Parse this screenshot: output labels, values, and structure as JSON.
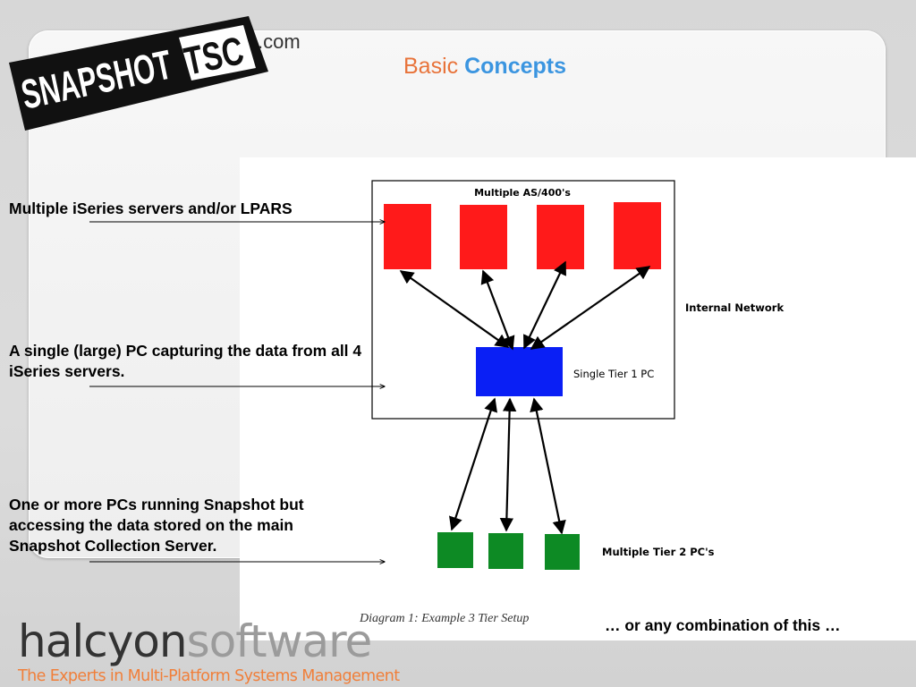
{
  "brand": {
    "logo_text": "SNAPSHOT",
    "logo_box_text": "TSC",
    "logo_suffix": ".com"
  },
  "title": {
    "part1": "Basic",
    "part2": "Concepts"
  },
  "annotations": [
    "Multiple iSeries servers and/or LPARS",
    "A single (large) PC capturing the data from all 4 iSeries servers.",
    "One or more PCs running Snapshot but accessing the data stored on the main Snapshot Collection Server."
  ],
  "diagram": {
    "box_label": "Multiple AS/400's",
    "network_label": "Internal Network",
    "tier1_label": "Single Tier 1 PC",
    "tier2_label": "Multiple Tier 2 PC's",
    "as400_count": 4,
    "tier2_count": 3,
    "colors": {
      "as400": "#ff1a1a",
      "tier1": "#0a1ff5",
      "tier2": "#0d8a24"
    },
    "caption": "Diagram 1: Example 3 Tier Setup"
  },
  "combination_note": "… or any combination of this …",
  "footer": {
    "company_a": "halcyon",
    "company_b": "software",
    "tagline": "The Experts in Multi-Platform Systems Management"
  }
}
